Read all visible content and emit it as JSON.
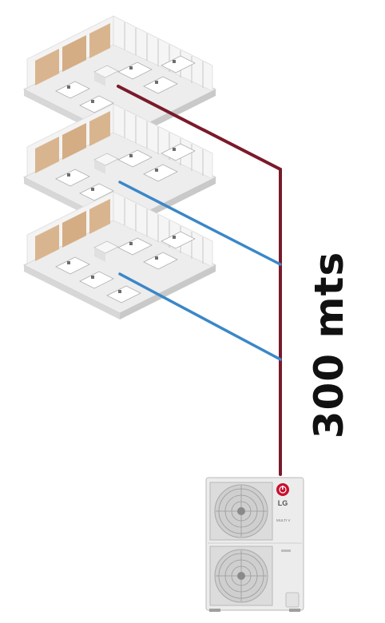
{
  "floors": [
    {
      "name": "floor-1"
    },
    {
      "name": "floor-2"
    },
    {
      "name": "floor-3"
    }
  ],
  "distance_label": "300 mts",
  "brand": {
    "logo_text": "LG",
    "model_text": "MULTI V"
  },
  "colors": {
    "main_pipe": "#7a1a2a",
    "branch_pipe": "#3a87c8",
    "lg_red": "#c8102e",
    "unit_body": "#ececec",
    "floor_slab": "#e8e8e8",
    "wall_wood": "#d9b58f"
  }
}
